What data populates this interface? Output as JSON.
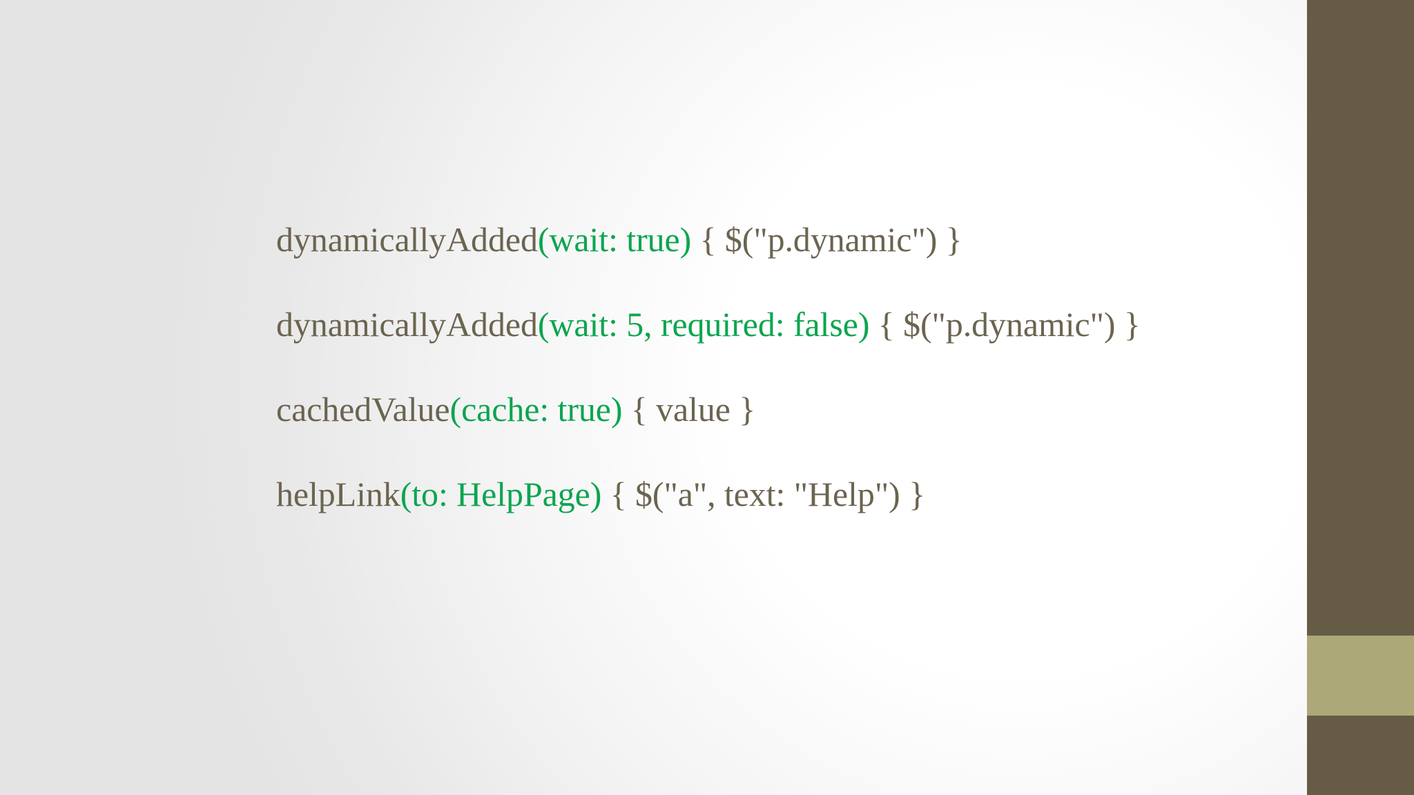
{
  "slide": {
    "background_color": "#ffffff",
    "body_text_color": "#6B6450",
    "accent_text_color": "#0DA54F",
    "sidebar": {
      "dark_color": "#665C46",
      "light_color": "#ACA878",
      "segments": [
        {
          "name": "top",
          "color": "#665C46"
        },
        {
          "name": "accent",
          "color": "#ACA878"
        },
        {
          "name": "bottom",
          "color": "#665C46"
        }
      ]
    }
  },
  "code": {
    "lines": [
      {
        "name": "dynamicallyAdded",
        "args": "(wait: true)",
        "body": " { $(\"p.dynamic\") }"
      },
      {
        "name": "dynamicallyAdded",
        "args": "(wait: 5, required: false)",
        "body": " { $(\"p.dynamic\") }"
      },
      {
        "name": "cachedValue",
        "args": "(cache: true)",
        "body": " { value }"
      },
      {
        "name": "helpLink",
        "args": "(to: HelpPage)",
        "body": " { $(\"a\", text: \"Help\") }"
      }
    ]
  }
}
